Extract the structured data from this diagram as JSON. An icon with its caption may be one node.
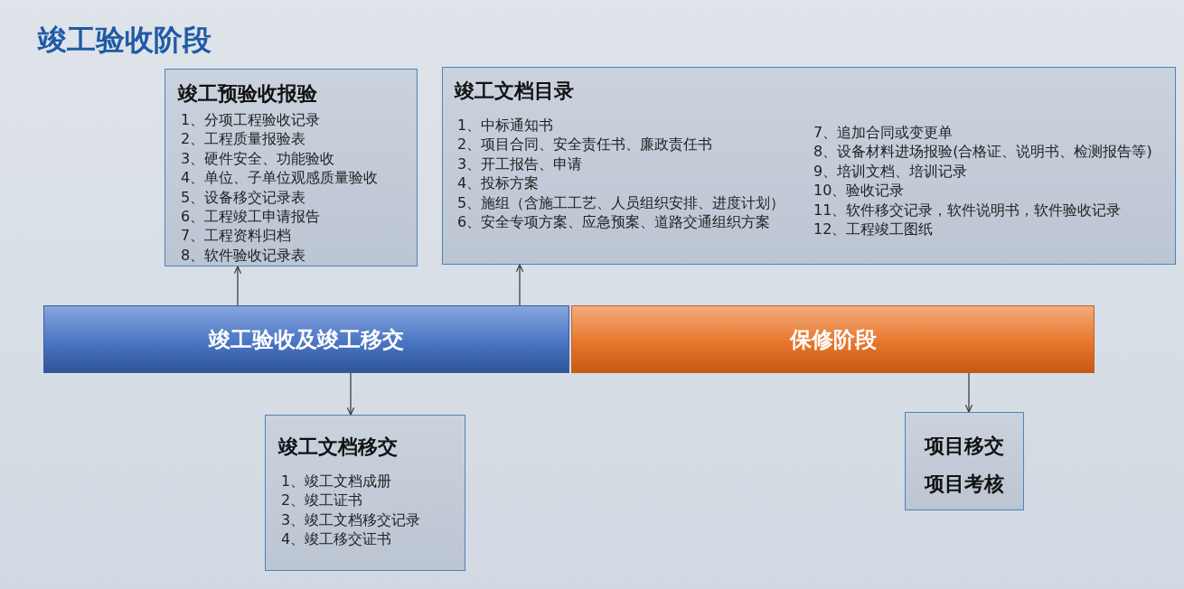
{
  "diagram": {
    "title": "竣工验收阶段",
    "nodes": [
      {
        "text": [
          "竣工预验收报验",
          "1、分项工程验收记录",
          "2、工程质量报验表",
          "3、硬件安全、功能验收",
          "4、单位、子单位观感质量验收",
          "5、设备移交记录表",
          "6、工程竣工申请报告",
          "7、工程资料归档",
          "8、软件验收记录表"
        ]
      },
      {
        "text": [
          "竣工文档目录",
          "1、中标通知书",
          "2、项目合同、安全责任书、廉政责任书",
          "3、开工报告、申请",
          "4、投标方案",
          "5、施组（含施工工艺、人员组织安排、进度计划）",
          "6、安全专项方案、应急预案、道路交通组织方案",
          "7、追加合同或变更单",
          "8、设备材料进场报验(合格证、说明书、检测报告等)",
          "9、培训文档、培训记录",
          "10、验收记录",
          "11、软件移交记录，软件说明书，软件验收记录",
          "12、工程竣工图纸"
        ]
      },
      {
        "text": [
          "竣工验收及竣工移交"
        ]
      },
      {
        "text": [
          "保修阶段"
        ]
      },
      {
        "text": [
          "竣工文档移交",
          "1、竣工文档成册",
          "2、竣工证书",
          "3、竣工文档移交记录",
          "4、竣工移交证书"
        ]
      },
      {
        "text": [
          "项目移交",
          "项目考核"
        ]
      }
    ],
    "edges": [
      {
        "from": 2,
        "to": 0,
        "arrow": "to"
      },
      {
        "from": 2,
        "to": 1,
        "arrow": "to"
      },
      {
        "from": 2,
        "to": 4,
        "arrow": "to"
      },
      {
        "from": 3,
        "to": 5,
        "arrow": "to"
      }
    ]
  }
}
